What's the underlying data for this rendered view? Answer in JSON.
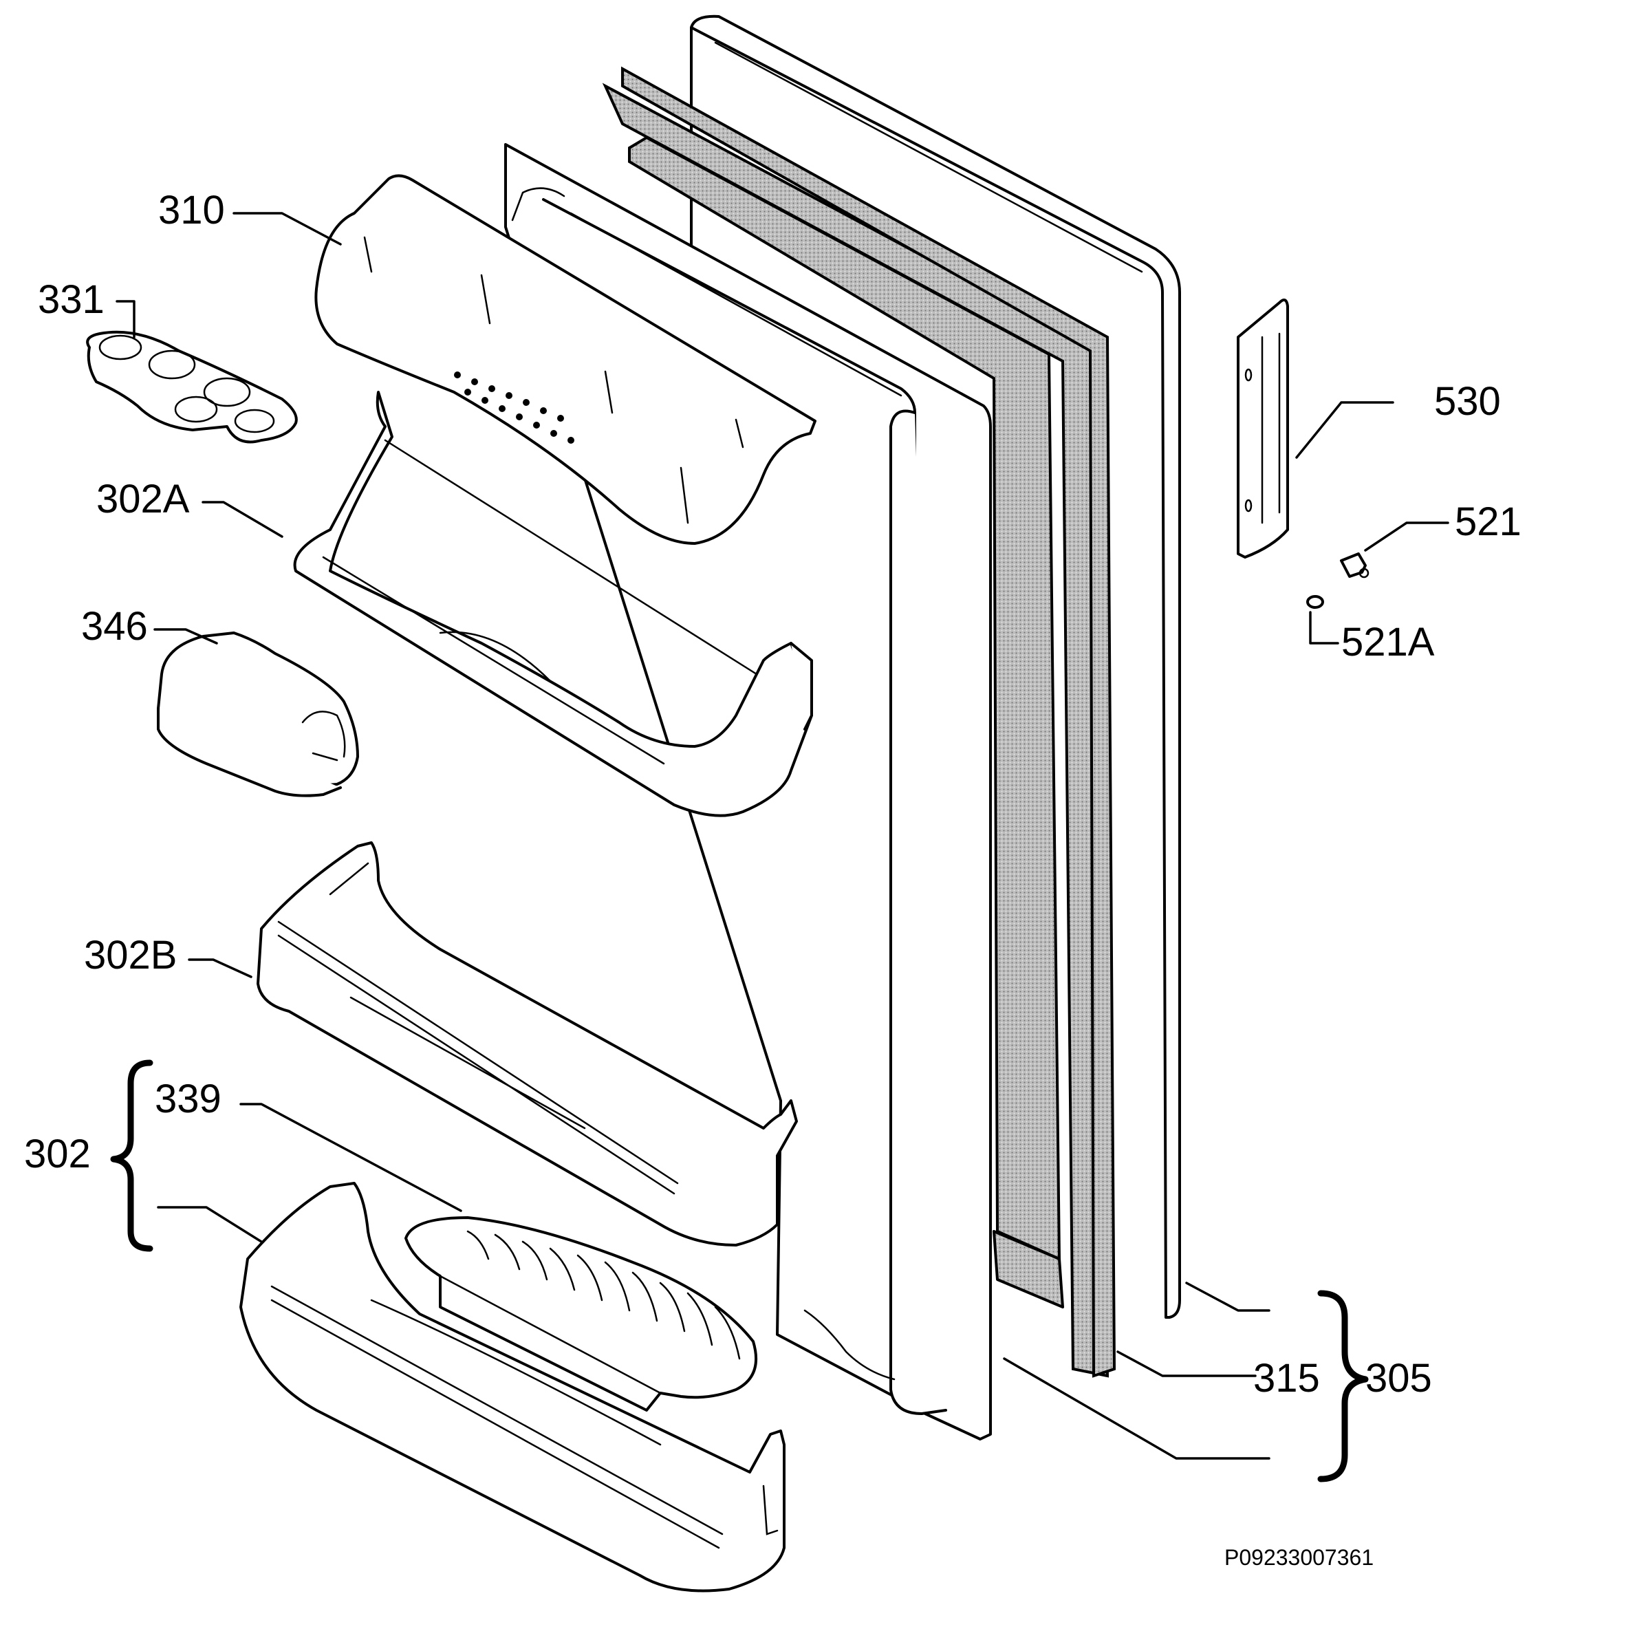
{
  "labels": {
    "p310": "310",
    "p331": "331",
    "p302A": "302A",
    "p346": "346",
    "p302B": "302B",
    "p339": "339",
    "p302": "302",
    "p530": "530",
    "p521": "521",
    "p521A": "521A",
    "p315": "315",
    "p305": "305"
  },
  "drawing_code": "P09233007361"
}
